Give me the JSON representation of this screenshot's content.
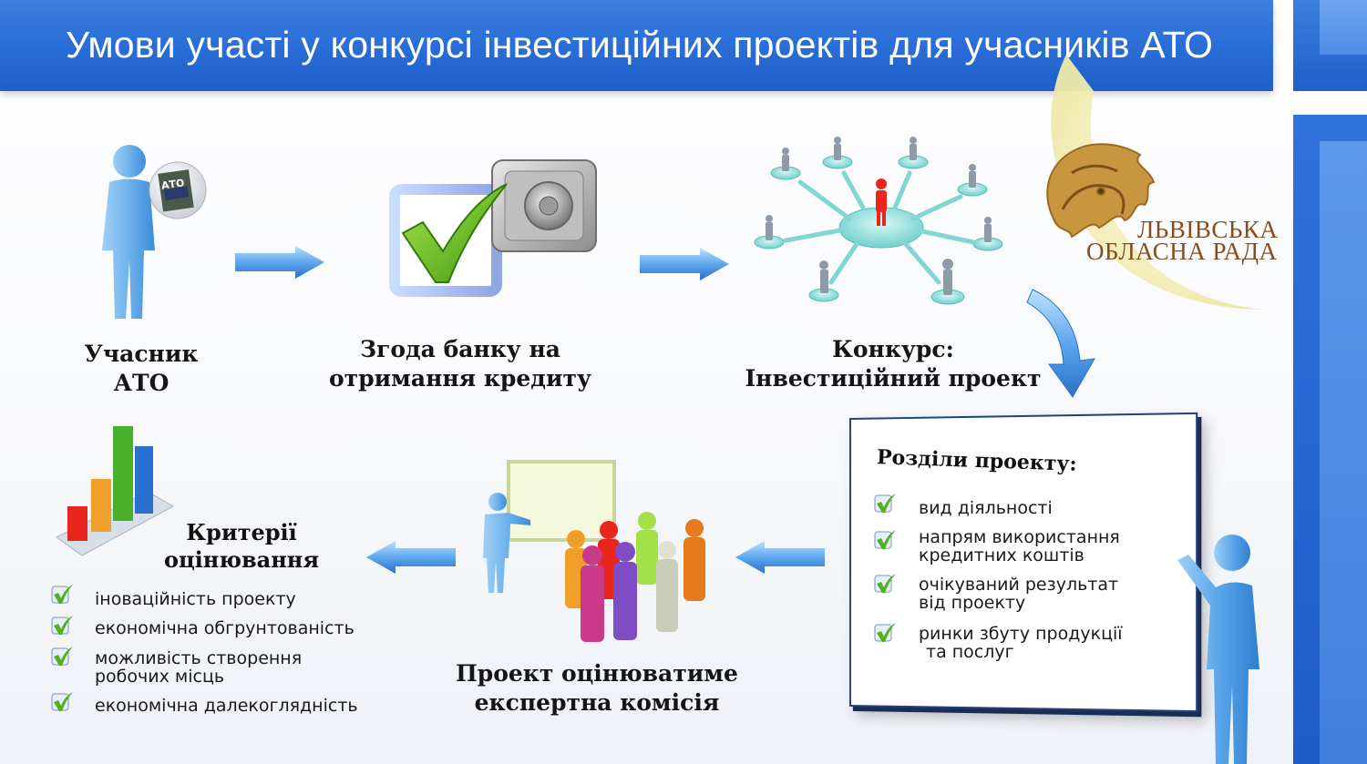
{
  "header": {
    "title": "Умови участі у конкурсі інвестиційних проектів для учасників АТО"
  },
  "logo": {
    "line1": "ЛЬВІВСЬКА",
    "line2": "ОБЛАСНА РАДА"
  },
  "badge": {
    "text": "АТО"
  },
  "steps": [
    {
      "line1": "Учасник",
      "line2": "АТО",
      "icon": "person-with-badge-icon"
    },
    {
      "line1": "Згода банку на",
      "line2": "отримання кредиту",
      "icon": "checkmark-safe-icon"
    },
    {
      "line1": "Конкурс:",
      "line2": "Інвестиційний проект",
      "icon": "network-people-icon"
    }
  ],
  "board": {
    "title": "Розділи проекту:",
    "items": [
      {
        "line1": "вид діяльності",
        "line2": ""
      },
      {
        "line1": "напрям використання",
        "line2": "кредитних коштів"
      },
      {
        "line1": "очікуваний результат",
        "line2": "від проекту"
      },
      {
        "line1": "ринки збуту продукції",
        "line2": "та послуг"
      }
    ]
  },
  "commission": {
    "line1": "Проект оцінюватиме",
    "line2": "експертна комісія"
  },
  "criteria": {
    "title_line1": "Критерії",
    "title_line2": "оцінювання",
    "items": [
      {
        "line1": "іноваційність проекту",
        "line2": ""
      },
      {
        "line1": "економічна обгрунтованість",
        "line2": ""
      },
      {
        "line1": "можливість створення",
        "line2": "робочих місць"
      },
      {
        "line1": "економічна далекоглядність",
        "line2": ""
      }
    ]
  },
  "colors": {
    "header_blue": "#2b6fd8",
    "figure_blue": "#6fb2ec",
    "check_green": "#4fb020",
    "logo_brown": "#8a4b1c",
    "crescent": "#f3eeb9"
  }
}
